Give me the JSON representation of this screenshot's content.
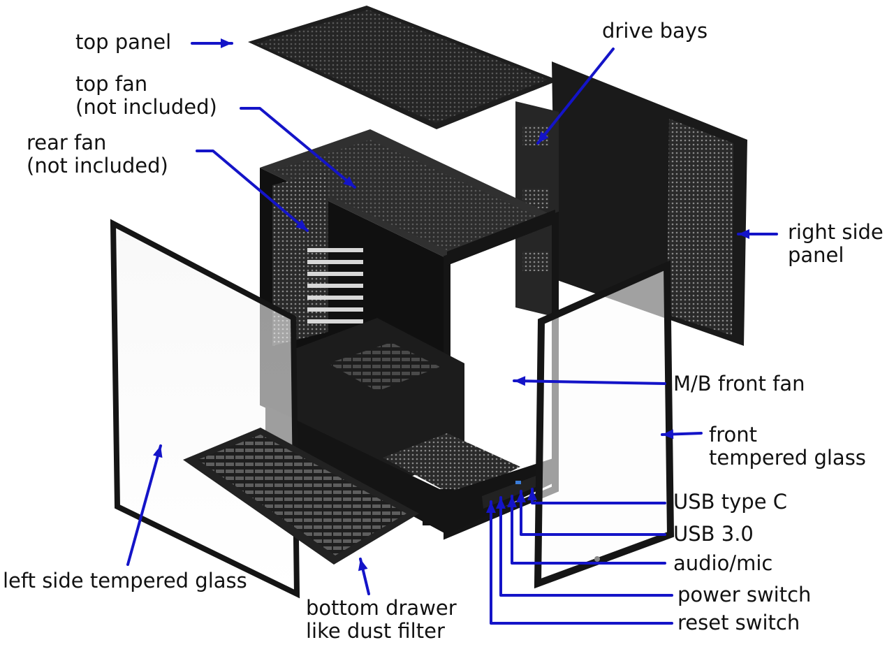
{
  "colors": {
    "arrow": "#1414c8",
    "label_text": "#111111",
    "panel_dark": "#1c1c1c",
    "frame": "#151515",
    "mesh": "#5a5a5a",
    "background": "#ffffff"
  },
  "labels": {
    "top_panel": "top panel",
    "top_fan_line1": "top fan",
    "top_fan_line2": "(not included)",
    "rear_fan_line1": "rear fan",
    "rear_fan_line2": "(not included)",
    "drive_bays": "drive bays",
    "right_side_panel_line1": "right side",
    "right_side_panel_line2": "panel",
    "mb_front_fan": "M/B front fan",
    "front_glass_line1": "front",
    "front_glass_line2": "tempered glass",
    "usb_type_c": "USB type C",
    "usb_3": "USB 3.0",
    "audio_mic": "audio/mic",
    "power_switch": "power switch",
    "reset_switch": "reset switch",
    "left_glass": "left side tempered glass",
    "bottom_drawer_line1": "bottom drawer",
    "bottom_drawer_line2": "like dust filter"
  }
}
